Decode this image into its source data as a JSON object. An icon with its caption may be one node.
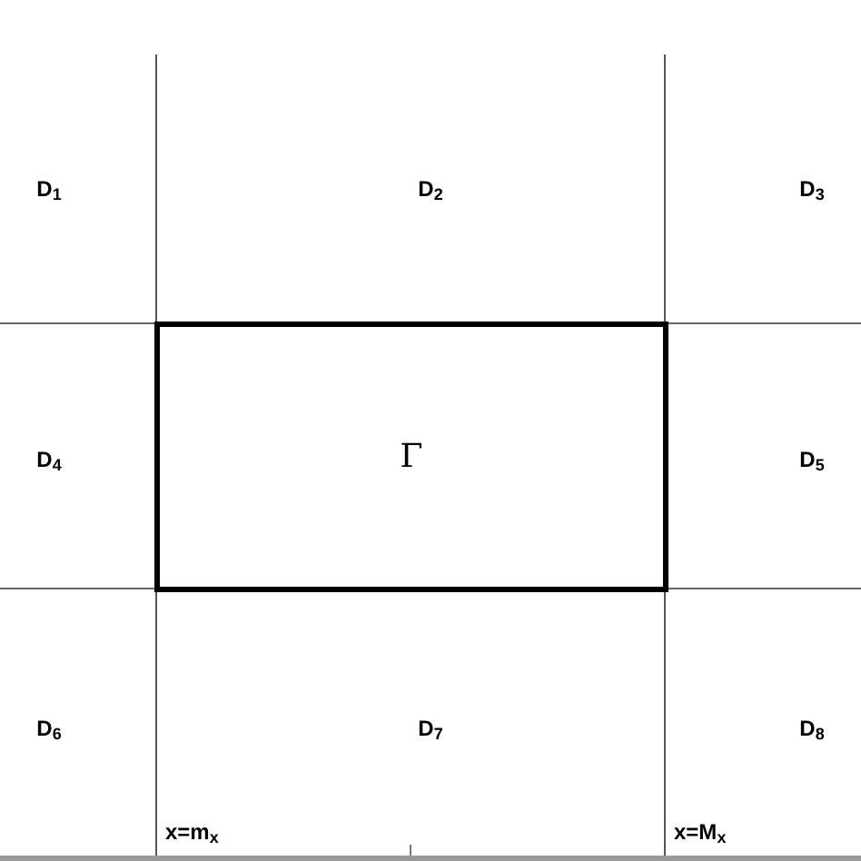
{
  "diagram": {
    "nodes": [
      {
        "text": [
          "Γ"
        ]
      }
    ],
    "labels": [
      "D$_{1}$",
      "D$_{2}$",
      "D$_{3}$",
      "D$_{4}$",
      "D$_{5}$",
      "D$_{6}$",
      "D$_{7}$",
      "D$_{8}$",
      "x=m$_{x}$",
      "x=M$_{x}$"
    ]
  }
}
